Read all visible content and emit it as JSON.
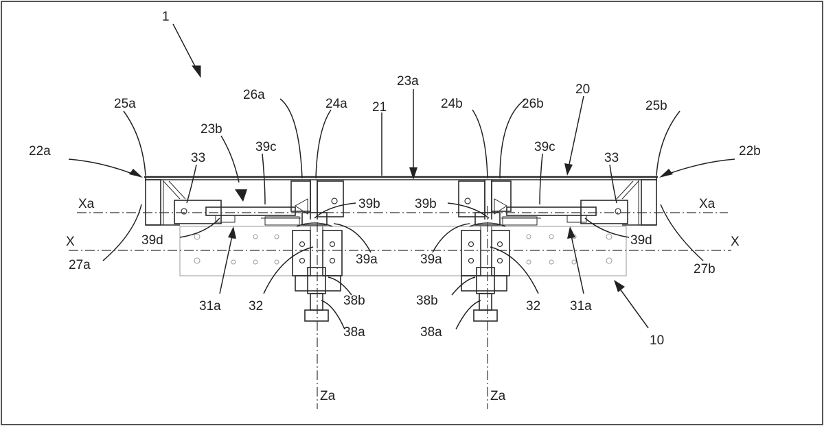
{
  "figure": {
    "labels": {
      "l1": "1",
      "l25a": "25a",
      "l26a": "26a",
      "l24a": "24a",
      "l21": "21",
      "l23a": "23a",
      "l20": "20",
      "l24b": "24b",
      "l26b": "26b",
      "l25b": "25b",
      "l22a": "22a",
      "l22b": "22b",
      "l23b": "23b",
      "l33_left": "33",
      "l33_right": "33",
      "l39c_left": "39c",
      "l39c_right": "39c",
      "lXa_left": "Xa",
      "lXa_right": "Xa",
      "l39b_left": "39b",
      "l39b_right": "39b",
      "l39d_left": "39d",
      "l39d_right": "39d",
      "lX_left": "X",
      "lX_right": "X",
      "l39a_left": "39a",
      "l39a_right": "39a",
      "l27a": "27a",
      "l27b": "27b",
      "l31a_left": "31a",
      "l31a_right": "31a",
      "l32_left": "32",
      "l32_right": "32",
      "l38b_left": "38b",
      "l38b_right": "38b",
      "l38a_left": "38a",
      "l38a_right": "38a",
      "l10": "10",
      "lZa_left": "Za",
      "lZa_right": "Za"
    }
  }
}
